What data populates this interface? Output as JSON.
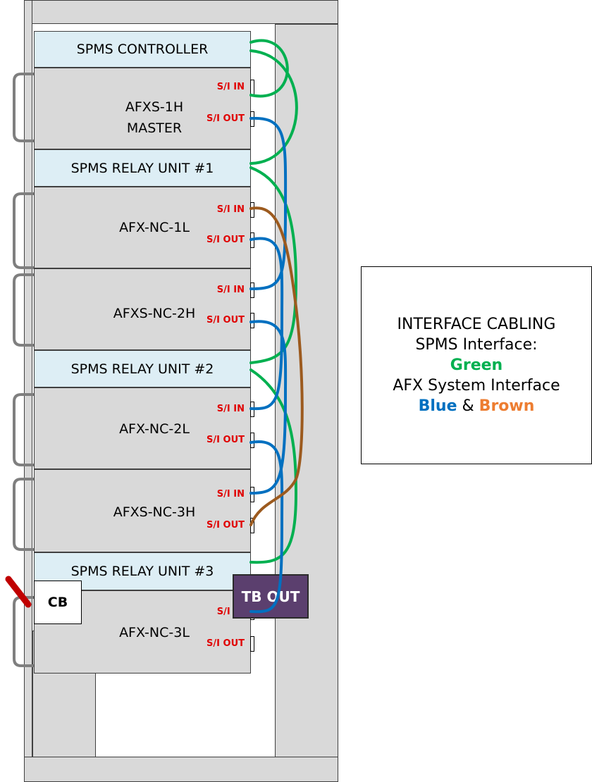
{
  "rack": {
    "modules": [
      {
        "kind": "spms",
        "label": "SPMS CONTROLLER"
      },
      {
        "kind": "unit",
        "label": "AFXS-1H\nMASTER",
        "port_in": "S/I IN",
        "port_out": "S/I OUT"
      },
      {
        "kind": "spms",
        "label": "SPMS RELAY UNIT #1"
      },
      {
        "kind": "unit",
        "label": "AFX-NC-1L",
        "port_in": "S/I IN",
        "port_out": "S/I OUT"
      },
      {
        "kind": "unit",
        "label": "AFXS-NC-2H",
        "port_in": "S/I IN",
        "port_out": "S/I OUT"
      },
      {
        "kind": "spms",
        "label": "SPMS RELAY UNIT #2"
      },
      {
        "kind": "unit",
        "label": "AFX-NC-2L",
        "port_in": "S/I IN",
        "port_out": "S/I OUT"
      },
      {
        "kind": "unit",
        "label": "AFXS-NC-3H",
        "port_in": "S/I IN",
        "port_out": "S/I OUT"
      },
      {
        "kind": "spms",
        "label": "SPMS RELAY UNIT #3"
      },
      {
        "kind": "unit",
        "label": "AFX-NC-3L",
        "port_in": "S/I IN",
        "port_out": "S/I OUT"
      }
    ],
    "cb_label": "CB",
    "tb_out_label": "TB OUT"
  },
  "legend": {
    "line1": "INTERFACE CABLING",
    "line2": "SPMS Interface:",
    "green_label": "Green",
    "line4": "AFX System Interface",
    "blue_label": "Blue",
    "amp": "&",
    "brown_label": "Brown"
  },
  "colors": {
    "spms_cable": "#00b050",
    "afx_cable_blue": "#0070c0",
    "afx_cable_brown": "#9c5a1e",
    "spms_module": "#ddeef5",
    "unit_module": "#d9d9d9",
    "tb_out": "#5b3f6e",
    "port_label": "#e00000"
  }
}
